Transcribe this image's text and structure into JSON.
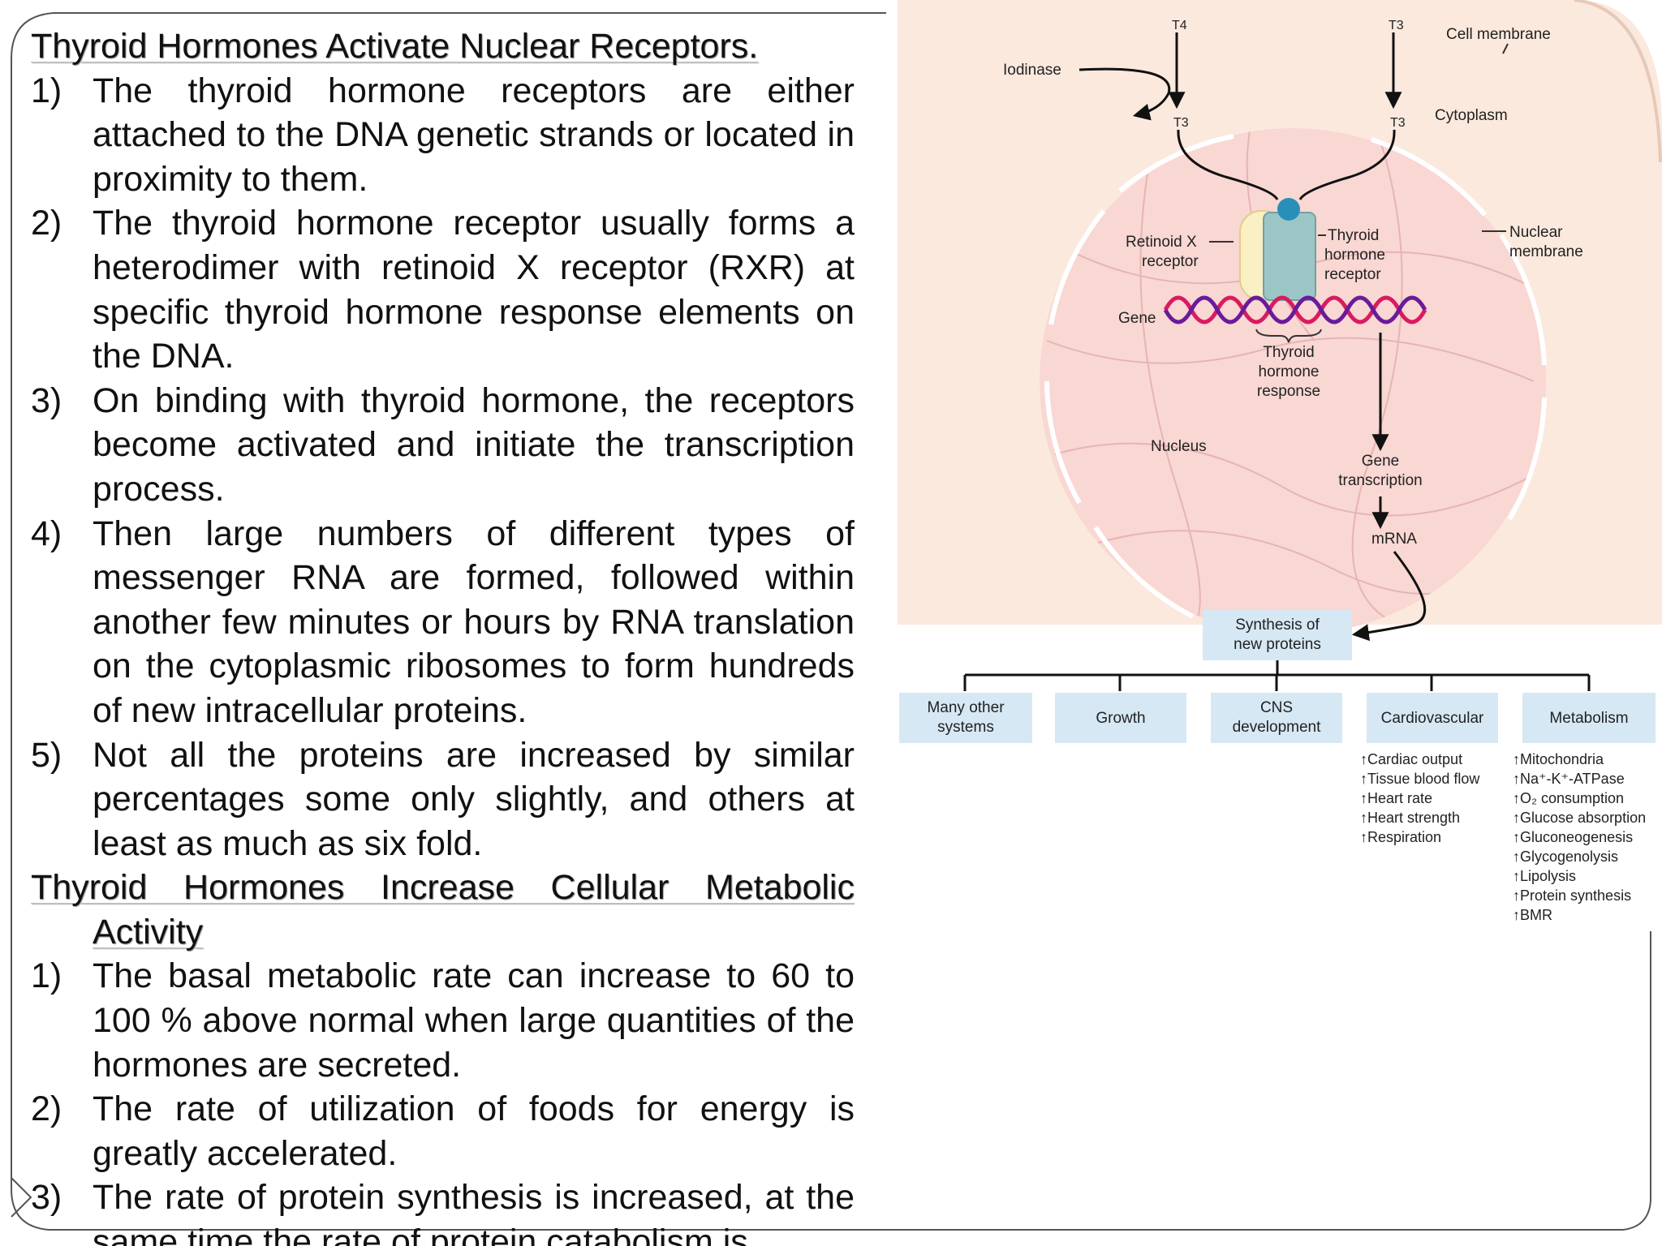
{
  "section1": {
    "title": "Thyroid Hormones Activate Nuclear Receptors",
    "title_tail": ".",
    "items": [
      {
        "num": "1)",
        "text": "The thyroid hormone receptors are either attached to the DNA genetic strands or located in proximity to them."
      },
      {
        "num": "2)",
        "text": "The thyroid hormone receptor usually forms a heterodimer with retinoid X receptor (RXR) at specific thyroid hormone response elements on the DNA."
      },
      {
        "num": "3)",
        "text": "On binding with thyroid hormone, the receptors become activated and initiate the transcription process."
      },
      {
        "num": "4)",
        "text": "Then large numbers of different types of messenger RNA are formed, followed within another few minutes or hours by RNA translation on the cytoplasmic ribosomes to form hundreds of new intracellular proteins."
      },
      {
        "num": "5)",
        "text": "Not all the proteins are increased by similar percentages some only slightly, and others at least as much as six fold."
      }
    ]
  },
  "section2": {
    "title_line1": "Thyroid Hormones Increase Cellular Metabolic",
    "title_line2": "Activity",
    "items": [
      {
        "num": "1)",
        "text": "The basal metabolic rate can increase to 60 to 100 % above normal when large quantities of the hormones are secreted."
      },
      {
        "num": "2)",
        "text": "The rate of utilization of foods for energy is greatly accelerated."
      },
      {
        "num": "3)",
        "text": "The rate of protein synthesis is increased, at the same time the rate of protein catabolism is"
      }
    ]
  },
  "diagram": {
    "t4": "T4",
    "t3_top": "T3",
    "t3_left": "T3",
    "t3_right": "T3",
    "cell_membrane": "Cell membrane",
    "iodinase": "Iodinase",
    "cytoplasm": "Cytoplasm",
    "rxr_line1": "Retinoid X",
    "rxr_line2": "receptor",
    "thr_line1": "Thyroid",
    "thr_line2": "hormone",
    "thr_line3": "receptor",
    "nuclear_line1": "Nuclear",
    "nuclear_line2": "membrane",
    "gene": "Gene",
    "tre_line1": "Thyroid",
    "tre_line2": "hormone",
    "tre_line3": "response",
    "nucleus": "Nucleus",
    "gene_tx_line1": "Gene",
    "gene_tx_line2": "transcription",
    "mrna": "mRNA",
    "synthesis_line1": "Synthesis of",
    "synthesis_line2": "new proteins",
    "boxes": [
      {
        "line1": "Many other",
        "line2": "systems"
      },
      {
        "line1": "Growth",
        "line2": ""
      },
      {
        "line1": "CNS",
        "line2": "development"
      },
      {
        "line1": "Cardiovascular",
        "line2": ""
      },
      {
        "line1": "Metabolism",
        "line2": ""
      }
    ],
    "cardio_effects": [
      "↑Cardiac output",
      "↑Tissue blood flow",
      "↑Heart rate",
      "↑Heart strength",
      "↑Respiration"
    ],
    "metabolism_effects": [
      "↑Mitochondria",
      "↑Na⁺-K⁺-ATPase",
      "↑O₂ consumption",
      "↑Glucose absorption",
      "↑Gluconeogenesis",
      "↑Glycogenolysis",
      "↑Lipolysis",
      "↑Protein synthesis",
      "↑BMR"
    ]
  },
  "colors": {
    "cytoplasm": "#fbe9de",
    "nucleus": "#f9d7d3",
    "box_fill": "#d6e8f4",
    "rxr_fill": "#fbf0c4",
    "thr_fill": "#9cc6c5",
    "t3_ball": "#2a8fb8",
    "dna_pink": "#d81b60",
    "dna_purple": "#6a1b9a"
  }
}
